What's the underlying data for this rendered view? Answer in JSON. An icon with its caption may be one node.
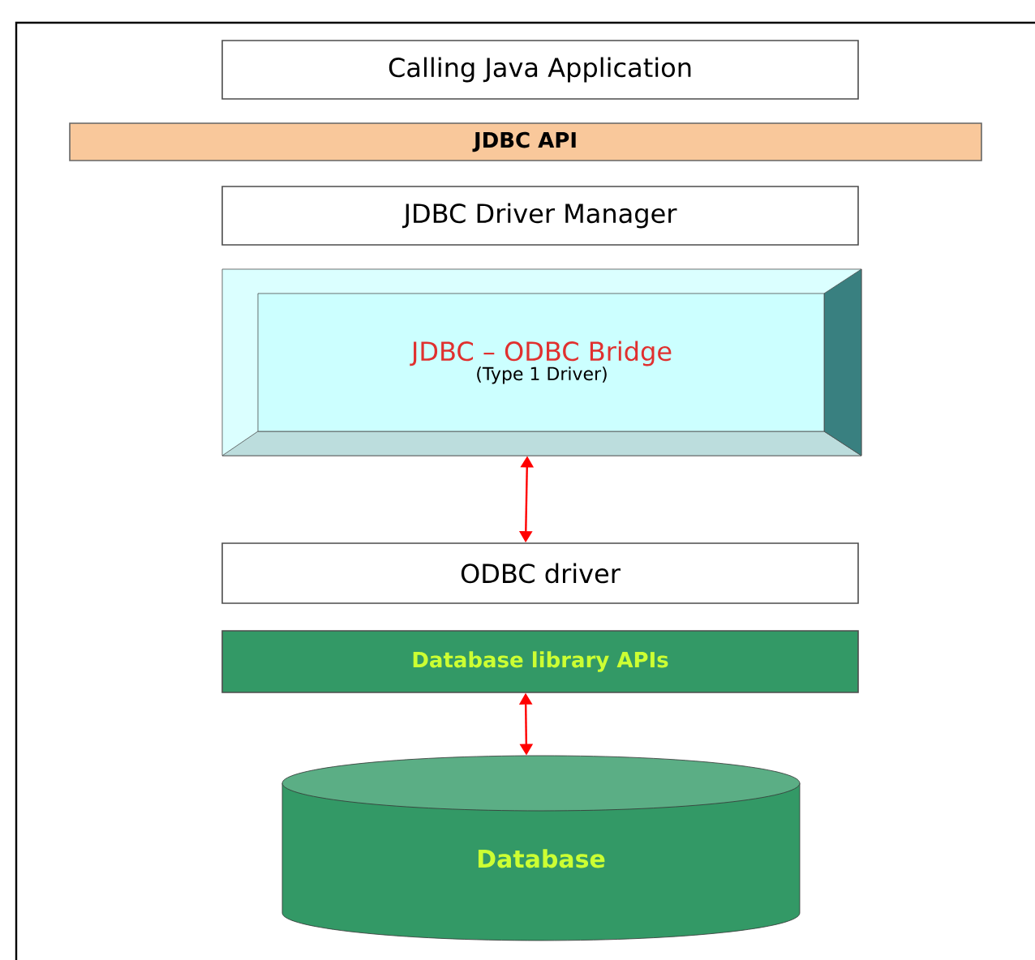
{
  "diagram": {
    "nodes": [
      {
        "text": [
          "Calling Java Application"
        ]
      },
      {
        "text": [
          "JDBC API"
        ]
      },
      {
        "text": [
          "JDBC Driver Manager"
        ]
      },
      {
        "text": [
          "JDBC – ODBC Bridge",
          "(Type 1 Driver)"
        ]
      },
      {
        "text": [
          "ODBC driver"
        ]
      },
      {
        "text": [
          "Database library APIs"
        ]
      },
      {
        "text": [
          "Database"
        ]
      }
    ],
    "edges": [
      {
        "from": 3,
        "to": 4,
        "arrow": "both"
      },
      {
        "from": 5,
        "to": 6,
        "arrow": "both"
      }
    ]
  }
}
